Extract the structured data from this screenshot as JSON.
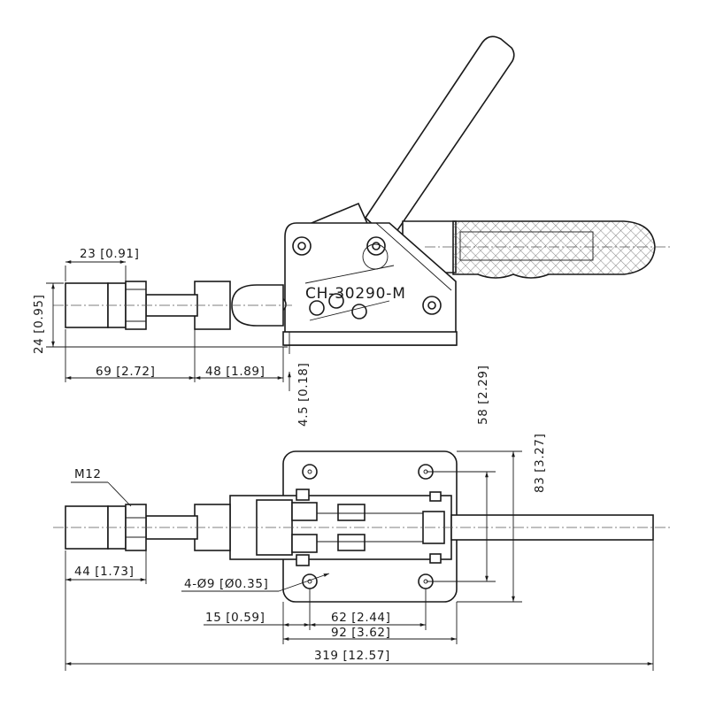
{
  "model_number": "CH-30290-M",
  "dimensions": {
    "hex_nut_length": "23 [0.91]",
    "spindle_offset_height": "24 [0.95]",
    "spindle_extension": "69 [2.72]",
    "stroke_length": "48 [1.89]",
    "base_thickness": "4.5 [0.18]",
    "hole_spacing_vertical": "58 [2.29]",
    "base_width": "83 [3.27]",
    "thread_size": "M12",
    "bolt_length": "44 [1.73]",
    "mounting_holes": "4-Ø9 [Ø0.35]",
    "hole_edge_offset": "15 [0.59]",
    "hole_spacing_horizontal": "62 [2.44]",
    "base_length": "92 [3.62]",
    "overall_length": "319 [12.57]"
  },
  "views": [
    "side-view",
    "top-view"
  ]
}
